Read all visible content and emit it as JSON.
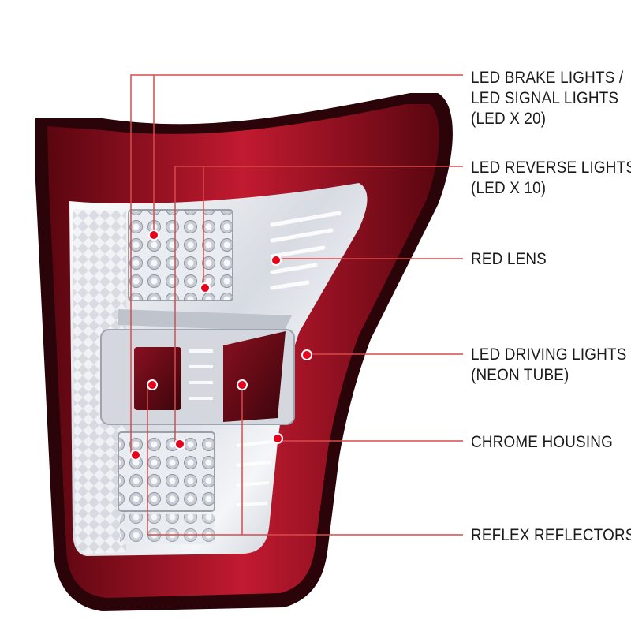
{
  "product": {
    "name": "LED tail light (chrome housing, red lens)"
  },
  "colors": {
    "accent_red": "#e8001c",
    "leader_line": "#d84a4a",
    "label_text": "#1b1b1b",
    "lens_dark_red": "#6e0a14",
    "lens_red": "#b0142a",
    "chrome": "#e6e9ee"
  },
  "callouts": [
    {
      "id": "brake-signal",
      "lines": [
        "LED BRAKE LIGHTS /",
        "LED SIGNAL LIGHTS",
        "(LED X 20)"
      ]
    },
    {
      "id": "reverse",
      "lines": [
        "LED REVERSE LIGHTS",
        "(LED X 10)"
      ]
    },
    {
      "id": "red-lens",
      "lines": [
        "RED LENS"
      ]
    },
    {
      "id": "driving",
      "lines": [
        "LED DRIVING LIGHTS",
        "(NEON TUBE)"
      ]
    },
    {
      "id": "chrome-housing",
      "lines": [
        "CHROME HOUSING"
      ]
    },
    {
      "id": "reflex",
      "lines": [
        "REFLEX REFLECTORS"
      ]
    }
  ]
}
